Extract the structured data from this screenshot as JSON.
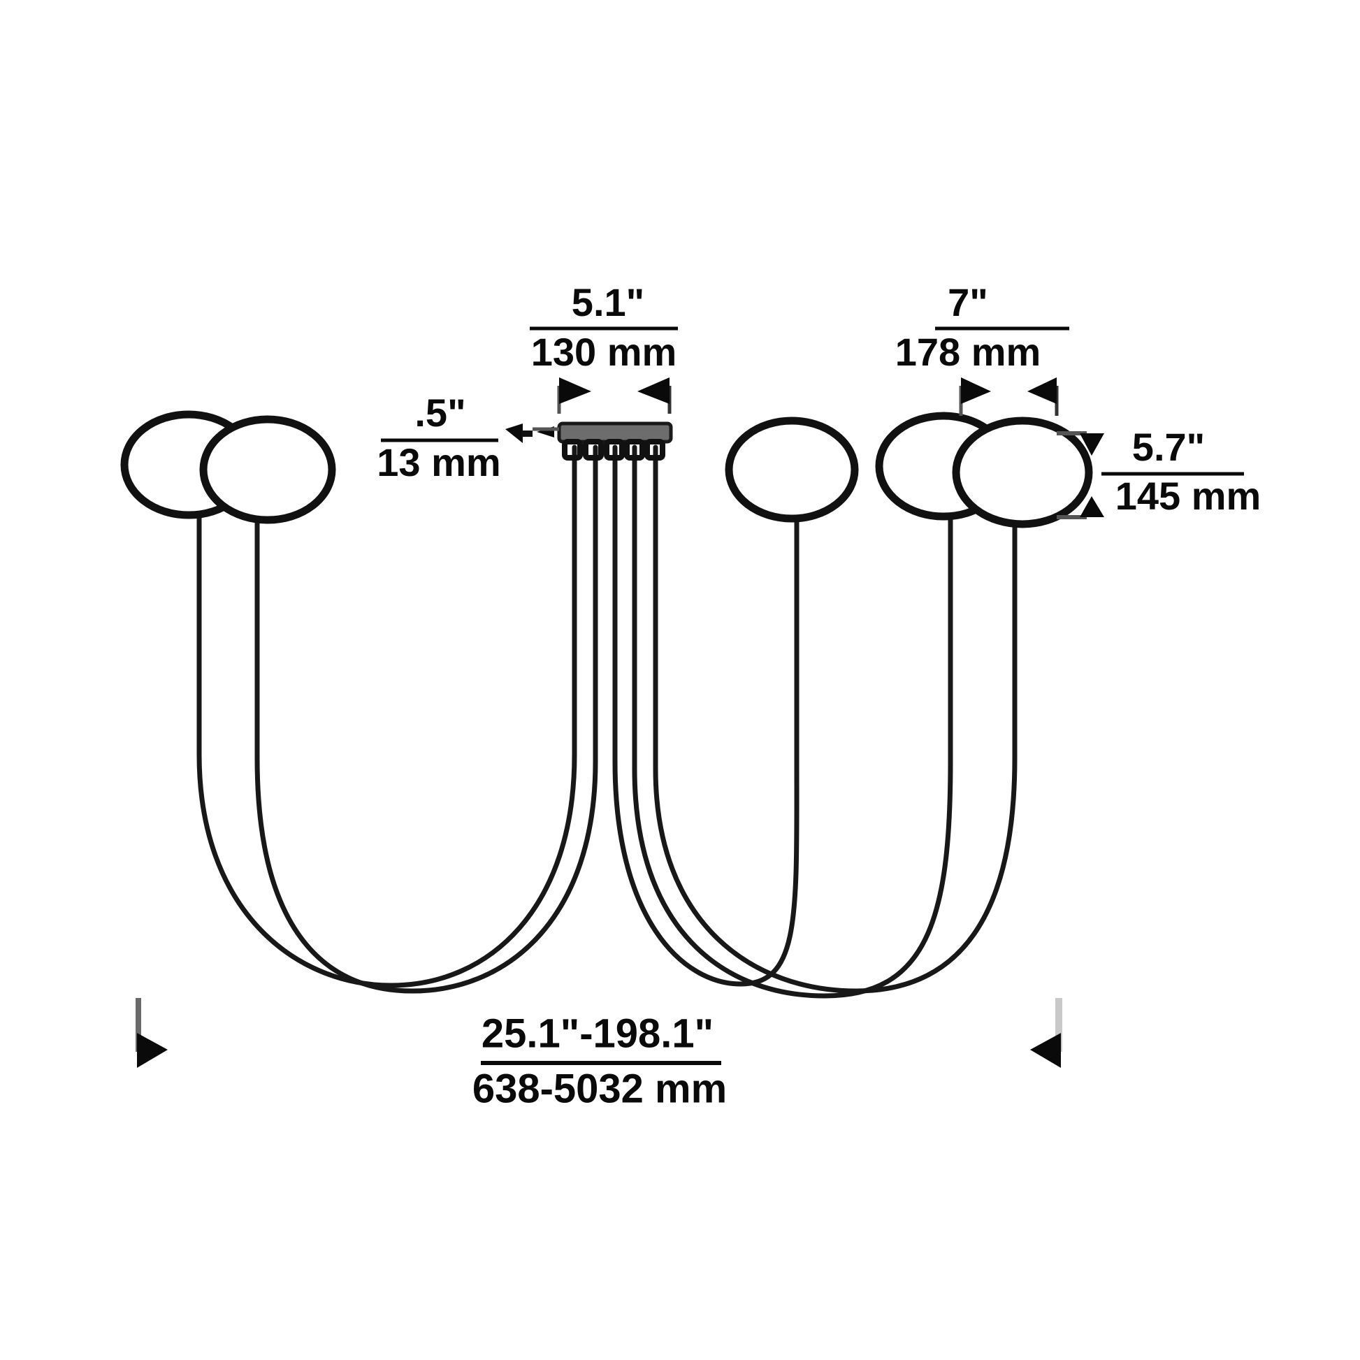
{
  "drawing": {
    "title": "Linear multi-pendant light fixture dimensioned elevation drawing",
    "background_color": "#ffffff",
    "line_color": "#111111",
    "canopy_color": "#6e6e6e",
    "cable_color": "#3a3a3a"
  },
  "dimensions": {
    "canopy_width": {
      "label_imperial": "5.1\"",
      "label_metric": "130 mm",
      "orientation": "horizontal",
      "target": "canopy-plate-width"
    },
    "canopy_thickness": {
      "label_imperial": ".5\"",
      "label_metric": "13 mm",
      "orientation": "horizontal",
      "target": "canopy-plate-thickness"
    },
    "globe_pair_width": {
      "label_imperial": "7\"",
      "label_metric": "178 mm",
      "orientation": "horizontal",
      "target": "globe-pair-span"
    },
    "globe_height": {
      "label_imperial": "5.7\"",
      "label_metric": "145 mm",
      "orientation": "vertical",
      "target": "globe-diameter"
    },
    "overall_drop": {
      "label_imperial": "25.1\"-198.1\"",
      "label_metric": "638-5032 mm",
      "orientation": "horizontal",
      "target": "overall-fixture-drop"
    }
  },
  "components": {
    "canopy": "mounting-canopy-plate",
    "cable_count": 5,
    "globe_groups": [
      {
        "name": "left-globe-pair",
        "globes": 2
      },
      {
        "name": "center-globe",
        "globes": 1
      },
      {
        "name": "right-globe-pair",
        "globes": 2
      }
    ]
  }
}
